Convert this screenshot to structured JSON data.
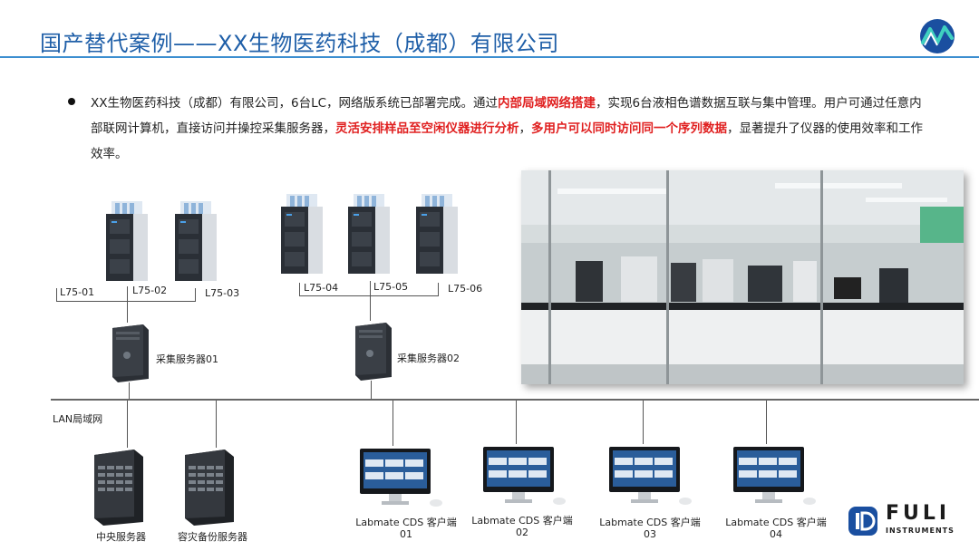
{
  "header": {
    "title": "国产替代案例——XX生物医药科技（成都）有限公司"
  },
  "description": {
    "p1": "XX生物医药科技（成都）有限公司，6台LC，网络版系统已部署完成。通过",
    "h1": "内部局域网络搭建",
    "p2": "，实现6台液相色谱数据互联与集中管理。用户可通过任意内部联网计算机，直接访问并操控采集服务器，",
    "h2": "灵活安排样品至空闲仪器进行分析",
    "p3": "，",
    "h3": "多用户可以同时访问同一个序列数据",
    "p4": "，显著提升了仪器的使用效率和工作效率。"
  },
  "instruments": {
    "group1": [
      "L75-01",
      "L75-02",
      "L75-03"
    ],
    "group2": [
      "L75-04",
      "L75-05",
      "L75-06"
    ]
  },
  "servers": {
    "acq1": "采集服务器01",
    "acq2": "采集服务器02",
    "central": "中央服务器",
    "backup": "容灾备份服务器"
  },
  "network": {
    "lan_label": "LAN局域网"
  },
  "clients": [
    {
      "line1": "Labmate CDS 客户端",
      "line2": "01"
    },
    {
      "line1": "Labmate CDS 客户端",
      "line2": "02"
    },
    {
      "line1": "Labmate CDS 客户端",
      "line2": "03"
    },
    {
      "line1": "Labmate CDS 客户端",
      "line2": "04"
    }
  ],
  "brand": {
    "name": "FULI",
    "sub": "INSTRUMENTS"
  },
  "colors": {
    "title": "#1f5fa8",
    "highlight": "#e02020",
    "accent_line": "#3c8ed0"
  }
}
